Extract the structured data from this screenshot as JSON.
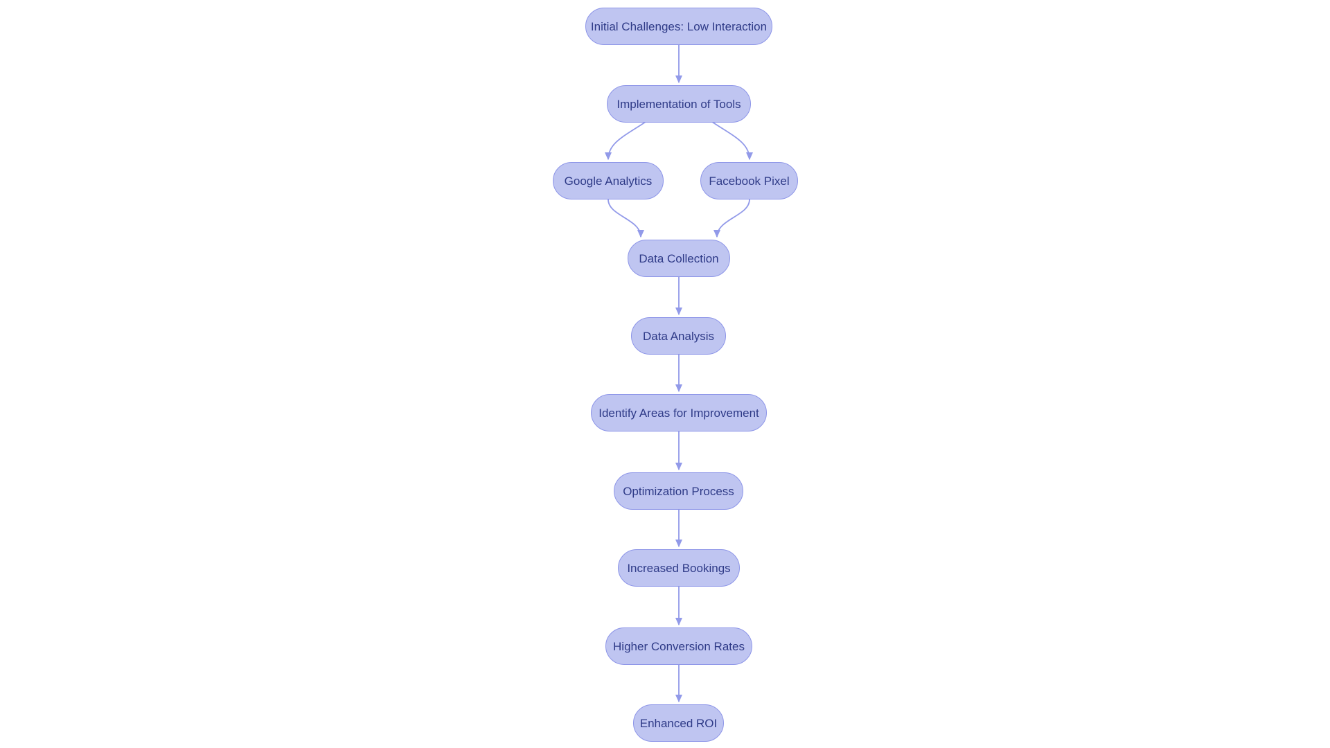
{
  "diagram": {
    "type": "flowchart",
    "direction": "top-down",
    "background_color": "#ffffff",
    "node_fill_color": "#bfc5f1",
    "node_border_color": "#8d95e8",
    "node_text_color": "#2e3a87",
    "arrow_color": "#8d95e8",
    "nodes": [
      {
        "id": "initial-challenges",
        "label": "Initial Challenges: Low Interaction"
      },
      {
        "id": "implementation-of-tools",
        "label": "Implementation of Tools"
      },
      {
        "id": "google-analytics",
        "label": "Google Analytics"
      },
      {
        "id": "facebook-pixel",
        "label": "Facebook Pixel"
      },
      {
        "id": "data-collection",
        "label": "Data Collection"
      },
      {
        "id": "data-analysis",
        "label": "Data Analysis"
      },
      {
        "id": "identify-areas",
        "label": "Identify Areas for Improvement"
      },
      {
        "id": "optimization-process",
        "label": "Optimization Process"
      },
      {
        "id": "increased-bookings",
        "label": "Increased Bookings"
      },
      {
        "id": "higher-conversion-rates",
        "label": "Higher Conversion Rates"
      },
      {
        "id": "enhanced-roi",
        "label": "Enhanced ROI"
      }
    ],
    "edges": [
      {
        "from": "initial-challenges",
        "to": "implementation-of-tools"
      },
      {
        "from": "implementation-of-tools",
        "to": "google-analytics"
      },
      {
        "from": "implementation-of-tools",
        "to": "facebook-pixel"
      },
      {
        "from": "google-analytics",
        "to": "data-collection"
      },
      {
        "from": "facebook-pixel",
        "to": "data-collection"
      },
      {
        "from": "data-collection",
        "to": "data-analysis"
      },
      {
        "from": "data-analysis",
        "to": "identify-areas"
      },
      {
        "from": "identify-areas",
        "to": "optimization-process"
      },
      {
        "from": "optimization-process",
        "to": "increased-bookings"
      },
      {
        "from": "increased-bookings",
        "to": "higher-conversion-rates"
      },
      {
        "from": "higher-conversion-rates",
        "to": "enhanced-roi"
      }
    ]
  }
}
